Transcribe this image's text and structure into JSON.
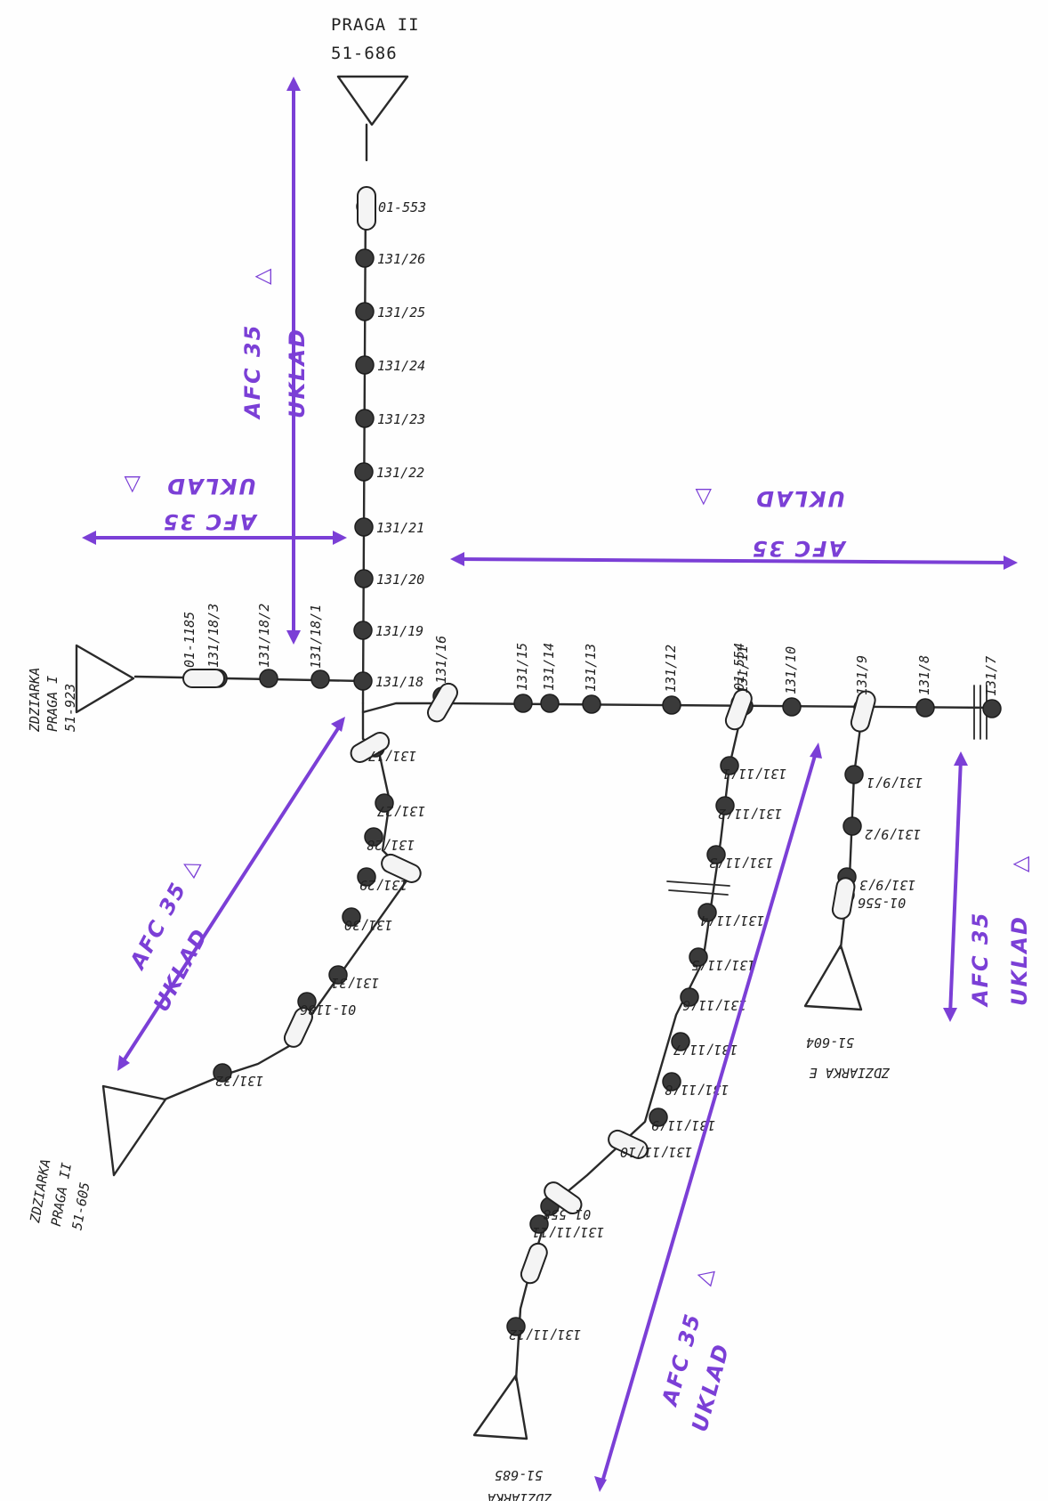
{
  "colors": {
    "ink": "#2a2a2a",
    "accent": "#7b3fd6"
  },
  "sources": {
    "top": {
      "line1": "PRAGA II",
      "line2": "51-686"
    },
    "left": {
      "line1": "ZDZIARKA",
      "line2": "PRAGA I",
      "line3": "51-923"
    },
    "bottom_left": {
      "line1": "ZDZIARKA",
      "line2": "PRAGA II",
      "line3": "51-605"
    },
    "bottom_mid": {
      "line1": "ZDZIARKA",
      "line2": "51-685"
    },
    "bottom_right": {
      "line1": "ZDZIARKA E",
      "line2": "51-604"
    }
  },
  "labels": {
    "vertical": [
      "01-553",
      "131/26",
      "131/25",
      "131/24",
      "131/23",
      "131/22",
      "131/21",
      "131/20",
      "131/19",
      "131/18"
    ],
    "left_branch": [
      "01-1185",
      "131/18/3",
      "131/18/2",
      "131/18/1"
    ],
    "right_branch": [
      "131/16",
      "131/15",
      "131/14",
      "131/13",
      "131/12",
      "01-554",
      "131/11",
      "131/10",
      "131/9",
      "131/8",
      "131/7"
    ],
    "diag_branch": [
      "131/17",
      "131/27",
      "131/28",
      "131/29",
      "131/30",
      "131/31",
      "01-1186",
      "131/32"
    ],
    "mid_branch": [
      "131/11/1",
      "131/11/2",
      "131/11/3",
      "131/11/4",
      "131/11/5",
      "131/11/6",
      "131/11/7",
      "131/11/8",
      "131/11/9",
      "131/11/10",
      "01-558",
      "131/11/11",
      "131/11/12"
    ],
    "right_drop": [
      "131/9/1",
      "131/9/2",
      "131/9/3",
      "01-556"
    ]
  },
  "afc": {
    "line1": "AFC 35",
    "line2": "UKLAD",
    "symbol": "△"
  }
}
